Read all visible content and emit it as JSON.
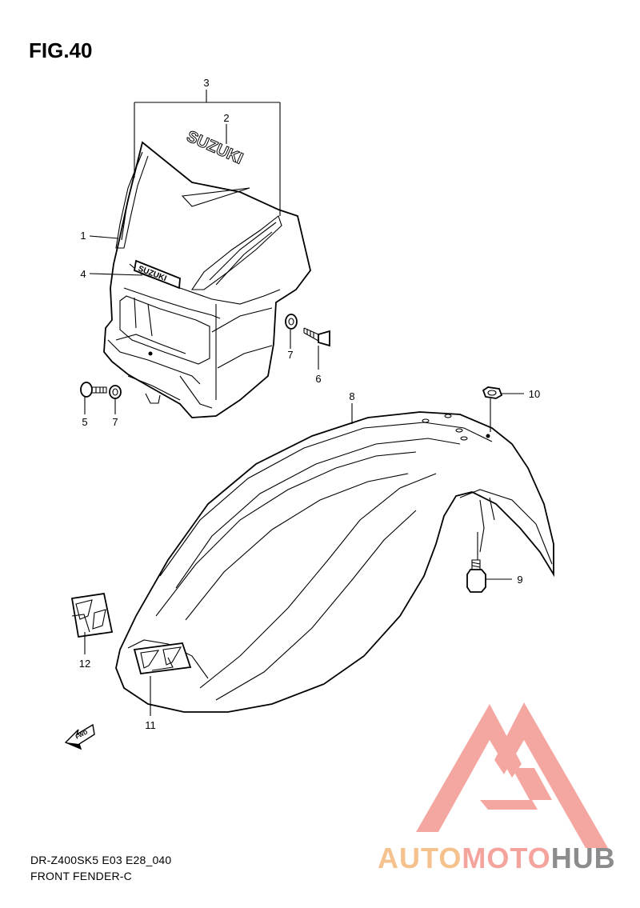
{
  "figure": {
    "title": "FIG.40"
  },
  "footer": {
    "model_code": "DR-Z400SK5 E03 E28_040",
    "section_name": "FRONT FENDER-C"
  },
  "watermark": {
    "parts": [
      "AUTO",
      "MOTO",
      "HUB"
    ],
    "colors": {
      "auto": "#f5c18c",
      "moto": "#f4a39d",
      "hub": "#8c8c8c",
      "logo": "#f4a39d"
    }
  },
  "decals": {
    "headlight_large": "SUZUKI",
    "headlight_small": "SUZUKI",
    "fwd_arrow": "FWD"
  },
  "callouts": [
    "1",
    "2",
    "3",
    "4",
    "5",
    "6",
    "7",
    "7",
    "8",
    "9",
    "10",
    "11",
    "12"
  ]
}
